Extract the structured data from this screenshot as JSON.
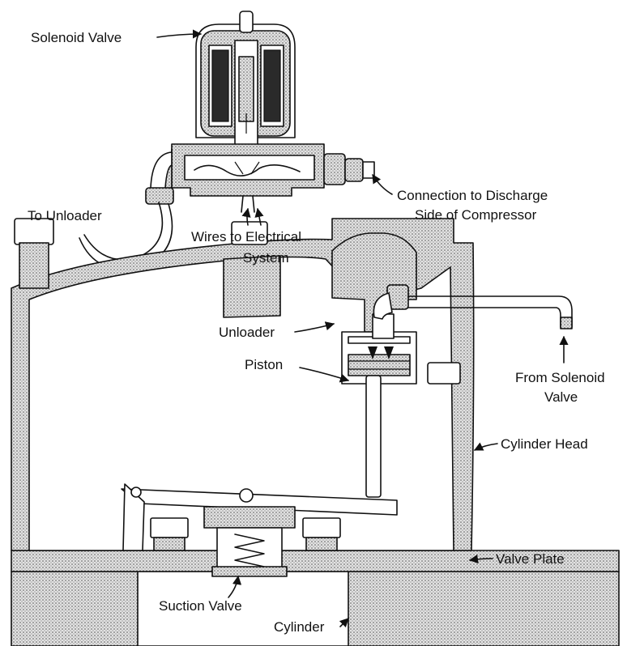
{
  "labels": {
    "solenoid_valve": "Solenoid Valve",
    "to_unloader": "To Unloader",
    "connection_line1": "Connection to Discharge",
    "connection_line2": "Side of Compressor",
    "wires_line1": "Wires to Electrical",
    "wires_line2": "System",
    "unloader": "Unloader",
    "piston": "Piston",
    "from_solenoid_line1": "From Solenoid",
    "from_solenoid_line2": "Valve",
    "cylinder_head": "Cylinder Head",
    "valve_plate": "Valve Plate",
    "suction_valve": "Suction Valve",
    "cylinder": "Cylinder"
  }
}
